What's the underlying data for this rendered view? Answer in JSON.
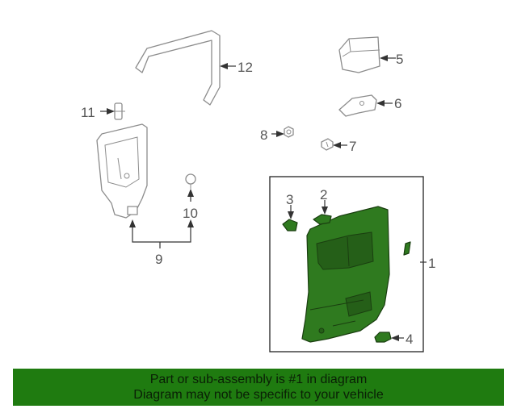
{
  "callouts": {
    "c1": "1",
    "c2": "2",
    "c3": "3",
    "c4": "4",
    "c5": "5",
    "c6": "6",
    "c7": "7",
    "c8": "8",
    "c9": "9",
    "c10": "10",
    "c11": "11",
    "c12": "12"
  },
  "footer": {
    "line1": "Part or sub-assembly is #1 in diagram",
    "line2": "Diagram may not be specific to your vehicle"
  },
  "colors": {
    "highlight_part": "#2f7a1f",
    "footer_bg": "#1f7b10"
  }
}
